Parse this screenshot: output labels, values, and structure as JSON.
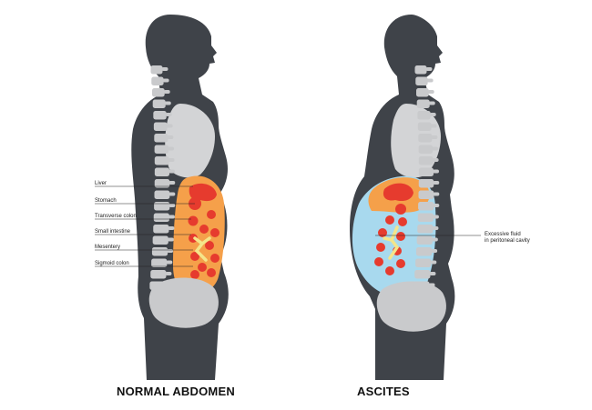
{
  "captions": {
    "left": "NORMAL ABDOMEN",
    "right": "ASCITES"
  },
  "left_labels": [
    "Liver",
    "Stomach",
    "Transverse colon",
    "Small intestine",
    "Mesentery",
    "Sigmoid colon"
  ],
  "right_label": {
    "line1": "Excessive fluid",
    "line2": "in peritoneal cavity"
  },
  "colors": {
    "body": "#3f4349",
    "spine": "#c9cacc",
    "lung": "#d3d4d6",
    "pelvis": "#c9cacc",
    "abdomen_normal": "#f5a04a",
    "organ": "#e63b2e",
    "fluid": "#a8d9ee",
    "mesentery": "#f4e58a"
  }
}
